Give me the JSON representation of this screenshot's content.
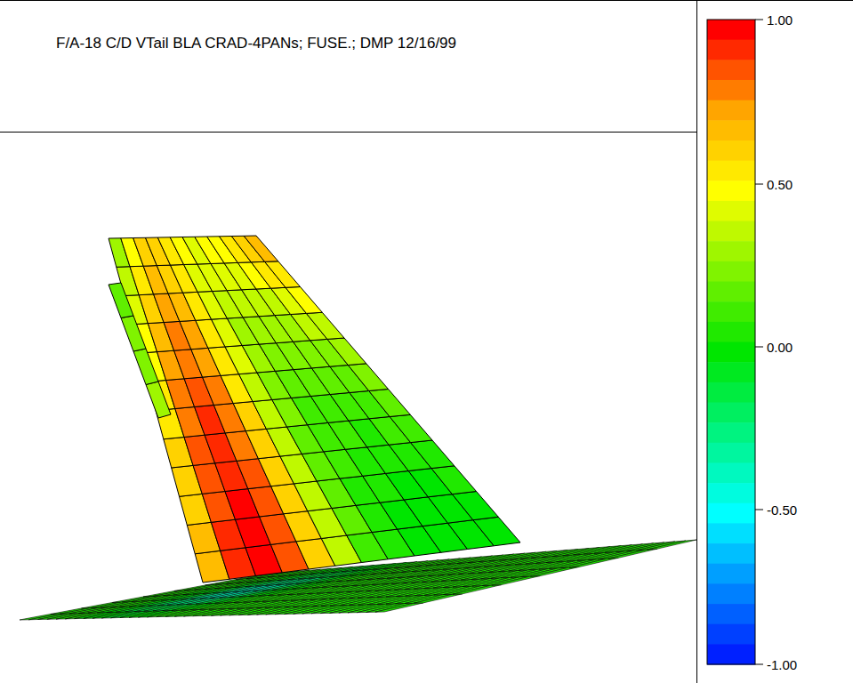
{
  "diagram": {
    "title": "F/A-18 C/D VTail BLA CRAD-4PANs; FUSE.; DMP 12/16/99",
    "labels": [
      "1.00",
      "0.50",
      "0.00",
      "-0.50",
      "-1.00"
    ]
  }
}
